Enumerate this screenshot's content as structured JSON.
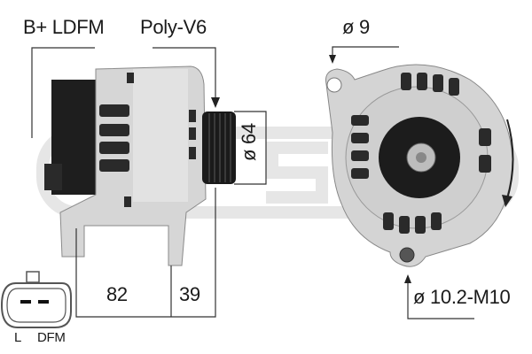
{
  "labels": {
    "connector_top": "B+ LDFM",
    "pulley_type": "Poly-V6",
    "top_hole_diameter": "ø 9",
    "pulley_diameter": "ø 64",
    "length_body": "82",
    "length_front": "39",
    "bottom_hole": "ø 10.2-M10",
    "plug_pin_left": "L",
    "plug_pin_right": "DFM"
  },
  "colors": {
    "line": "#333333",
    "watermark": "#e4e4e4",
    "body_light": "#d9d9d9",
    "body_dark": "#1c1c1c"
  }
}
